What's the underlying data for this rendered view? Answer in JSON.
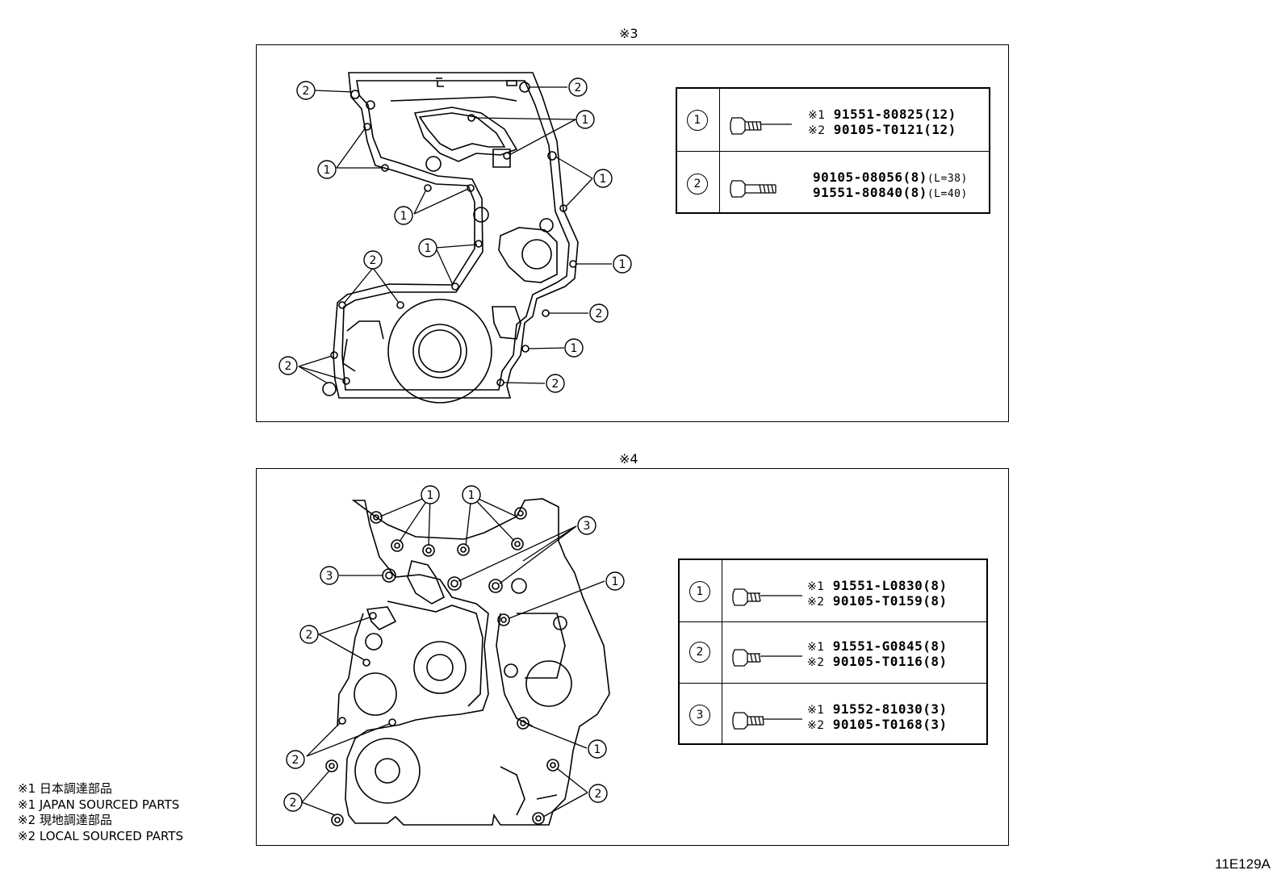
{
  "sections": [
    {
      "title": "※3",
      "parts": [
        {
          "index": "1",
          "line1_mark": "※1",
          "line1": "91551-80825(12)",
          "line2_mark": "※2",
          "line2": "90105-T0121(12)"
        },
        {
          "index": "2",
          "line1_mark": "",
          "line1": "90105-08056(8)",
          "line1_sub": "(L=38)",
          "line2_mark": "",
          "line2": "91551-80840(8)",
          "line2_sub": "(L=40)"
        }
      ]
    },
    {
      "title": "※4",
      "parts": [
        {
          "index": "1",
          "line1_mark": "※1",
          "line1": "91551-L0830(8)",
          "line2_mark": "※2",
          "line2": "90105-T0159(8)"
        },
        {
          "index": "2",
          "line1_mark": "※1",
          "line1": "91551-G0845(8)",
          "line2_mark": "※2",
          "line2": "90105-T0116(8)"
        },
        {
          "index": "3",
          "line1_mark": "※1",
          "line1": "91552-81030(3)",
          "line2_mark": "※2",
          "line2": "90105-T0168(3)"
        }
      ]
    }
  ],
  "callouts": {
    "one": "1",
    "two": "2",
    "three": "3"
  },
  "legend": [
    "※1  日本調達部品",
    "※1  JAPAN SOURCED PARTS",
    "※2  現地調達部品",
    "※2  LOCAL SOURCED PARTS"
  ],
  "illustration_code": "11E129A"
}
